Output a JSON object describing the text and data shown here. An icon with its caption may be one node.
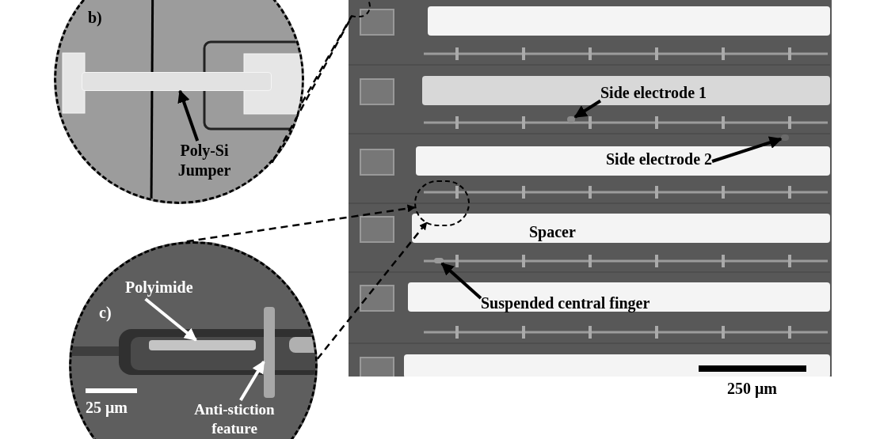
{
  "diagram": {
    "nodes": [
      {
        "text": [
          "b)"
        ]
      },
      {
        "text": [
          "Poly-Si Jumper"
        ],
        "in": 0
      },
      {
        "text": [],
        "shape": "bar",
        "in": 0
      },
      {
        "text": [
          "c)"
        ]
      },
      {
        "text": [
          "Polyimide"
        ],
        "in": 3
      },
      {
        "text": [],
        "shape": "bar",
        "in": 3
      },
      {
        "text": [
          "Anti-stiction feature"
        ],
        "in": 3
      },
      {
        "text": [],
        "shape": "bar",
        "in": 3
      },
      {
        "text": [],
        "shape": "picture"
      },
      {
        "text": [],
        "shape": "circle",
        "in": 8
      },
      {
        "text": [],
        "shape": "circle",
        "in": 8
      },
      {
        "text": [
          "Side electrode 1"
        ],
        "in": 8
      },
      {
        "text": [],
        "shape": "bar",
        "in": 8
      },
      {
        "text": [
          "Side electrode 2"
        ],
        "in": 8
      },
      {
        "text": [],
        "shape": "bar",
        "in": 8
      },
      {
        "text": [
          "Suspended central finger"
        ],
        "in": 8
      },
      {
        "text": [],
        "shape": "bar",
        "in": 8
      }
    ],
    "edges": [
      {
        "from": 1,
        "to": 2,
        "arrow": "to"
      },
      {
        "from": 4,
        "to": 5,
        "arrow": "to",
        "color": "#ffffff"
      },
      {
        "from": 6,
        "to": 7,
        "arrow": "to",
        "color": "#ffffff"
      },
      {
        "from": 11,
        "to": 12,
        "arrow": "to"
      },
      {
        "from": 13,
        "to": 14,
        "arrow": "to"
      },
      {
        "from": 15,
        "to": 16,
        "arrow": "to"
      },
      {
        "from": 0,
        "to": 9,
        "arrow": "none",
        "style": "dashed"
      },
      {
        "from": 0,
        "to": 9,
        "arrow": "none",
        "style": "dashed"
      },
      {
        "from": 3,
        "to": 10,
        "arrow": "to",
        "style": "dashed"
      },
      {
        "from": 3,
        "to": 10,
        "arrow": "to",
        "style": "dashed"
      }
    ],
    "labels": [
      "Spacer",
      "25 μm",
      "250 μm"
    ]
  }
}
